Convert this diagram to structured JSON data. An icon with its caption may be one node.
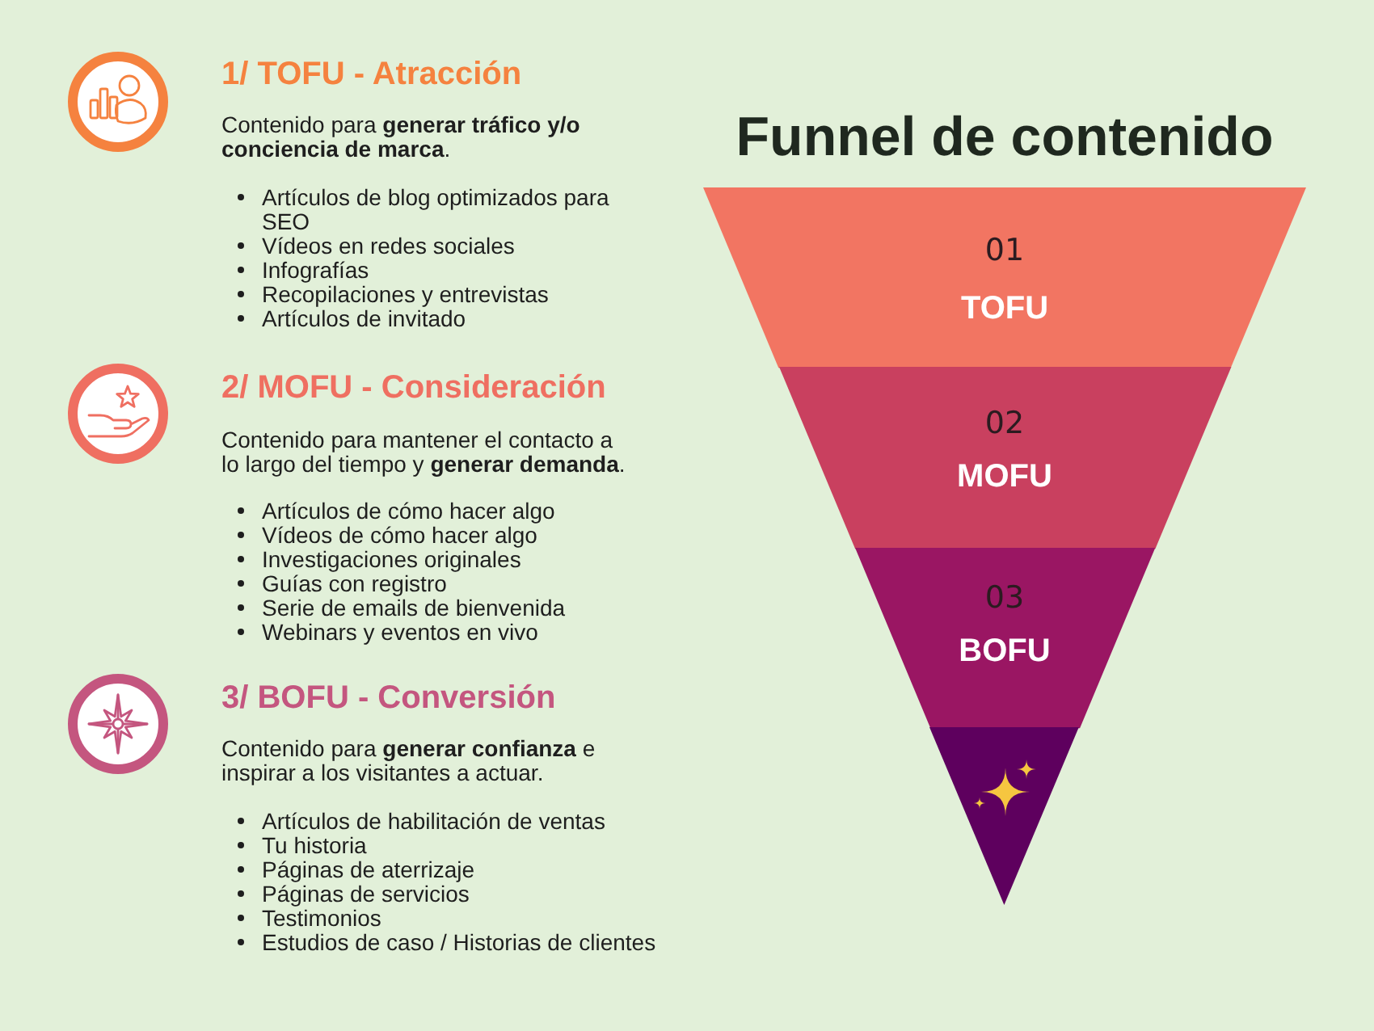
{
  "diagram": {
    "title": "Funnel de contenido",
    "nodes": [
      {
        "text": [
          "01",
          "TOFU"
        ]
      },
      {
        "text": [
          "02",
          "MOFU"
        ]
      },
      {
        "text": [
          "03",
          "BOFU"
        ]
      },
      {
        "text": [],
        "shape": "triangle"
      }
    ],
    "labels": [
      "1/ TOFU - Atracción",
      "Contenido para **generar tráfico y/o conciencia de marca**.",
      "Artículos de blog optimizados para SEO",
      "Vídeos en redes sociales",
      "Infografías",
      "Recopilaciones y entrevistas",
      "Artículos de invitado",
      "2/ MOFU - Consideración",
      "Contenido para mantener el contacto a lo largo del tiempo y **generar demanda**.",
      "Artículos de cómo hacer algo",
      "Vídeos de cómo hacer algo",
      "Investigaciones originales",
      "Guías con registro",
      "Serie de emails de bienvenida",
      "Webinars y eventos en vivo",
      "3/ BOFU - Conversión",
      "Contenido para **generar confianza** e inspirar a los visitantes a actuar.",
      "Artículos de habilitación de ventas",
      "Tu historia",
      "Páginas de aterrizaje",
      "Páginas de servicios",
      "Testimonios",
      "Estudios de caso / Historias de clientes"
    ]
  }
}
